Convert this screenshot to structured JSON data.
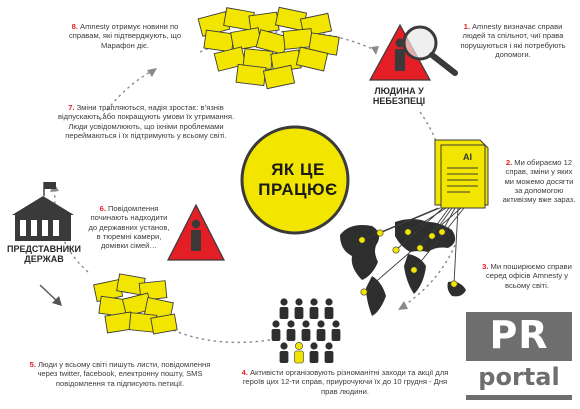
{
  "center": {
    "line1": "ЯК ЦЕ",
    "line2": "ПРАЦЮЄ"
  },
  "steps": [
    {
      "num": "1.",
      "text": "Amnesty визначає справи людей та спільнот, чиї права порушуються і які потребують допомоги."
    },
    {
      "num": "2.",
      "text": "Ми обираємо 12 справ, зміни у яких ми можемо досягти за допомогою активізму вже зараз."
    },
    {
      "num": "3.",
      "text": "Ми поширюємо справи серед офісів Amnesty у всьому світі."
    },
    {
      "num": "4.",
      "text": "Активісти організовують різноманітні заходи та акції для героїв цих 12-ти справ, приурочуючи їх до 10 грудня - Дня прав людини."
    },
    {
      "num": "5.",
      "text": "Люди у всьому світі пишуть листи, повідомлення через twitter, facebook, електронну пошту, SMS повідомлення та підписують петиції."
    },
    {
      "num": "6.",
      "text": "Повідомлення починають надходити до державних установ, в тюремні камери, домівки сімей…"
    },
    {
      "num": "7.",
      "text": "Зміни трапляються, надія зростає: в’язнів відпускають або покращують умови їх утримання. Люди усвідомлюють, що іхніми проблемами переймаються і їх підтримують у всьому світі."
    },
    {
      "num": "8.",
      "text": "Amnesty отримує новини по справам, які підтверджують, що Марафон діє."
    }
  ],
  "labels": {
    "danger": "ЛЮДИНА У НЕБЕЗПЕЦІ",
    "state_line1": "ПРЕДСТАВНИКИ",
    "state_line2": "ДЕРЖАВ",
    "doc_ai": "AI"
  },
  "watermark": {
    "top": "PR",
    "bottom": "portal"
  },
  "colors": {
    "accent_yellow": "#f2e600",
    "accent_red": "#e31e24",
    "dark": "#3a3a3a"
  }
}
